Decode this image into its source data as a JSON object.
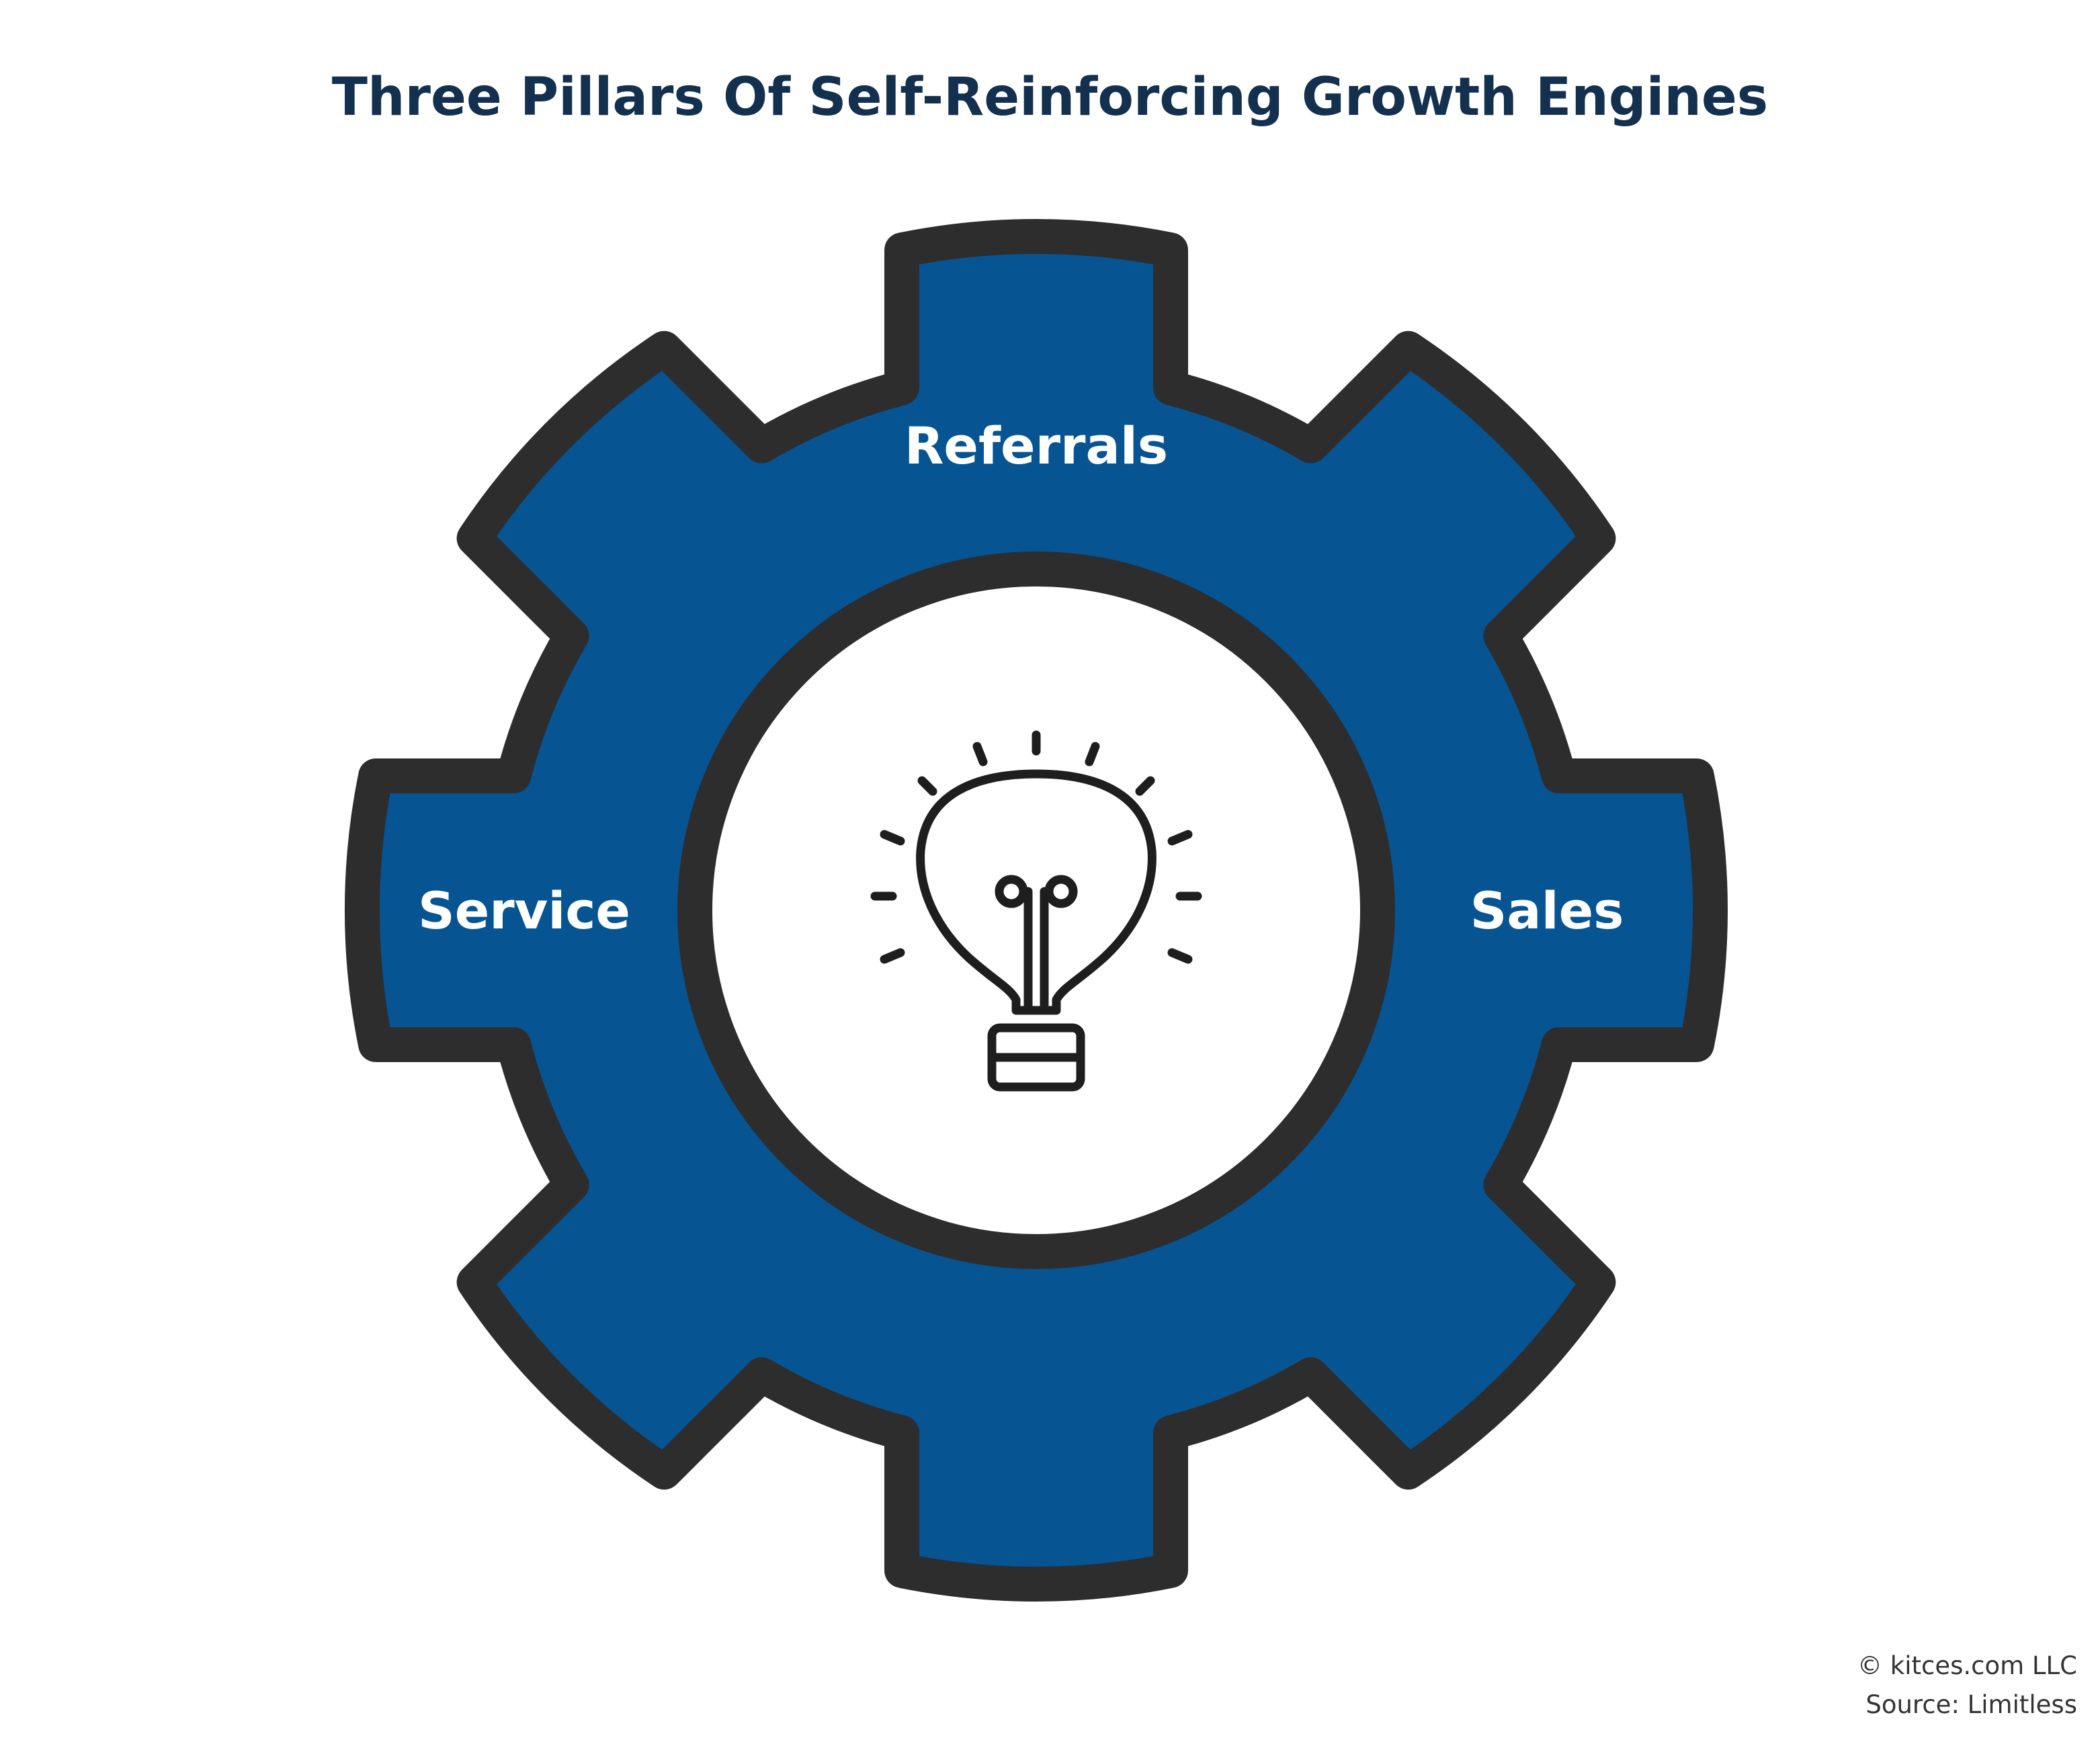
{
  "title": "Three Pillars Of Self-Reinforcing Growth Engines",
  "pillars": {
    "top": "Referrals",
    "left": "Service",
    "right": "Sales"
  },
  "center_icon": "lightbulb-icon",
  "colors": {
    "title": "#13304f",
    "gear_fill": "#075493",
    "outline": "#2d2d2d",
    "label_text": "#ffffff",
    "hub_fill": "#ffffff"
  },
  "footer": {
    "copyright": "© kitces.com LLC",
    "source": "Source: Limitless"
  }
}
